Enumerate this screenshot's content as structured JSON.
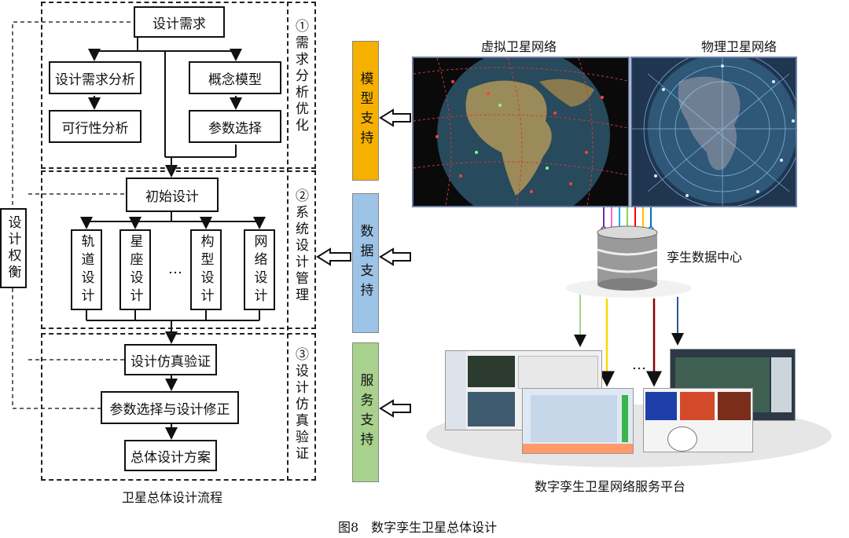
{
  "flow": {
    "requirement": "设计需求",
    "req_analysis": "设计需求分析",
    "feasibility": "可行性分析",
    "concept_model": "概念模型",
    "param_select": "参数选择",
    "initial_design": "初始设计",
    "orbit_design": "轨道设计",
    "constellation_design": "星座设计",
    "ellipsis": "…",
    "config_design": "构型设计",
    "network_design": "网络设计",
    "sim_verify": "设计仿真验证",
    "param_revise": "参数选择与设计修正",
    "final_scheme": "总体设计方案",
    "tradeoff": "设计权衡",
    "caption": "卫星总体设计流程"
  },
  "stages": {
    "s1": "①需求分析优化",
    "s2": "②系统设计管理",
    "s3": "③设计仿真验证"
  },
  "supports": {
    "model": "模型支持",
    "data": "数据支持",
    "service": "服务支持"
  },
  "right": {
    "virtual_net": "虚拟卫星网络",
    "physical_net": "物理卫星网络",
    "data_center": "孪生数据中心",
    "platform": "数字孪生卫星网络服务平台",
    "dots": "…"
  },
  "figure_caption": "图8　数字孪生卫星总体设计",
  "colors": {
    "model_support": "#f5b000",
    "data_support": "#9dc3e6",
    "service_support": "#a9d18e"
  }
}
